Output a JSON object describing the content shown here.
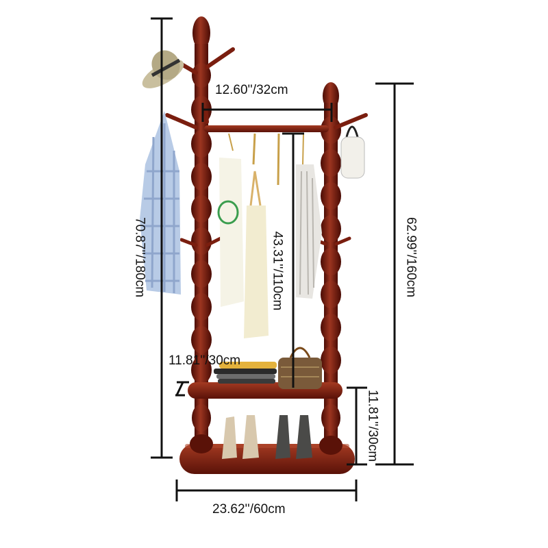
{
  "image": {
    "subject": "wooden coat rack with hooks, hanging rail and two shoe shelves",
    "colors": {
      "wood": "#7a1e0f",
      "wood_light": "#a53a22",
      "wood_dark": "#4a0c05",
      "dim_line": "#111111"
    }
  },
  "dimensions": {
    "rail_width": "12.60''/32cm",
    "total_height": "70.87''/180cm",
    "hanging_height": "43.31''/110cm",
    "side_height": "62.99''/160cm",
    "shelf_depth": "11.81''/30cm",
    "shelf_height": "11.81''/30cm",
    "base_width": "23.62''/60cm"
  }
}
